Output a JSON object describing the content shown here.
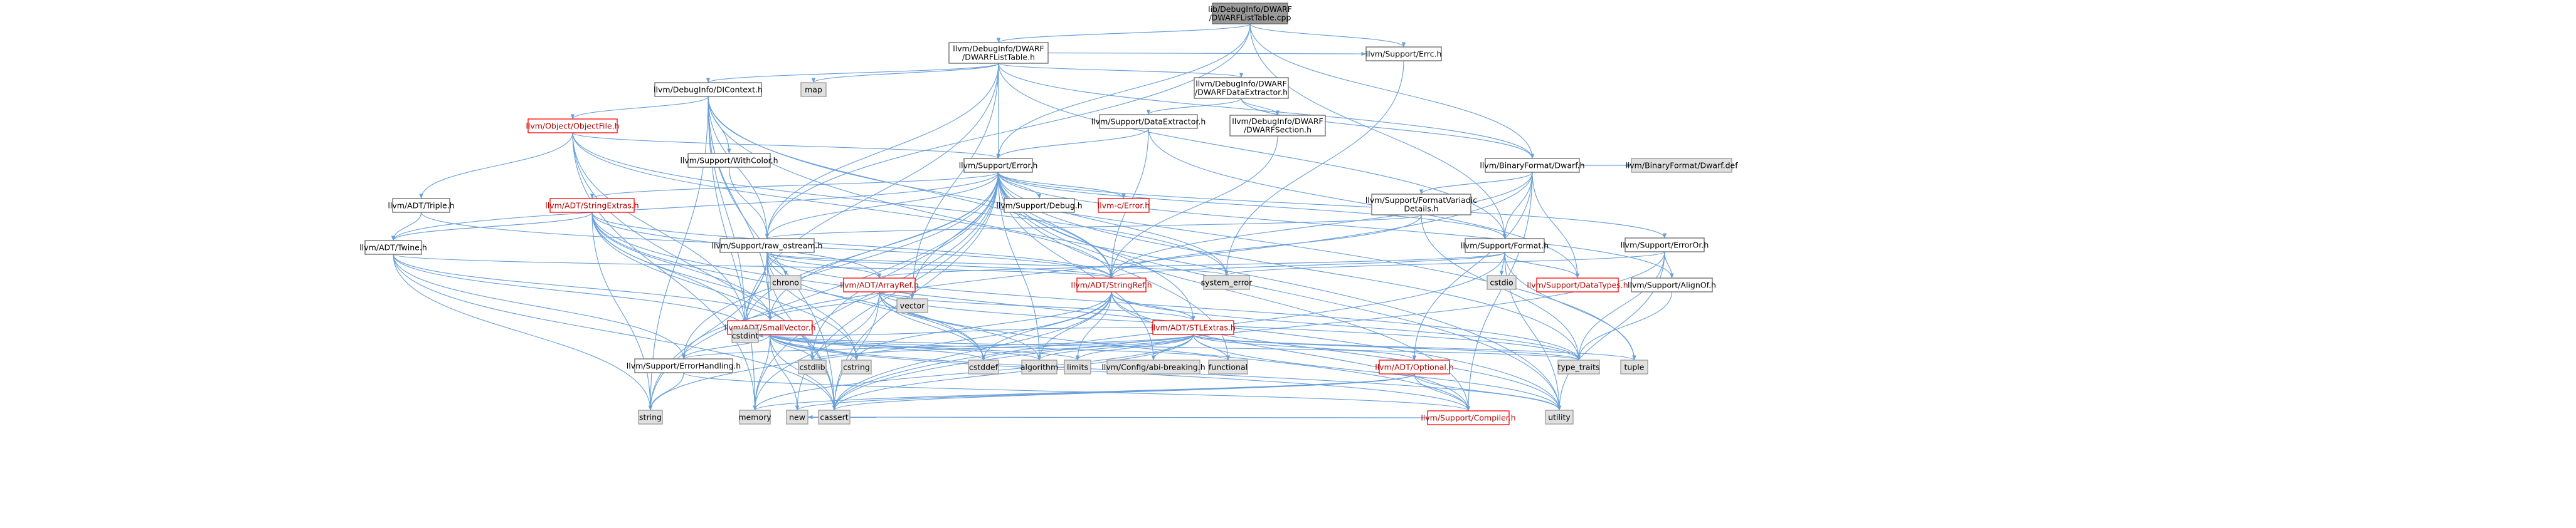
{
  "colors": {
    "root_fill": "#999999",
    "root_stroke": "#666666",
    "doc_fill": "#ffffff",
    "doc_stroke": "#666666",
    "doc_text": "#000000",
    "red_stroke": "#ff0000",
    "red_text": "#b00000",
    "ext_fill": "#e0e0e0",
    "ext_stroke": "#999999",
    "edge": "#6aa0d9"
  },
  "nodes": [
    {
      "id": "root",
      "lines": [
        "lib/DebugInfo/DWARF",
        "/DWARFListTable.cpp"
      ],
      "kind": "root"
    },
    {
      "id": "dwarflisttable",
      "lines": [
        "llvm/DebugInfo/DWARF",
        "/DWARFListTable.h"
      ],
      "kind": "doc"
    },
    {
      "id": "errc",
      "lines": [
        "llvm/Support/Errc.h"
      ],
      "kind": "doc"
    },
    {
      "id": "dicontext",
      "lines": [
        "llvm/DebugInfo/DIContext.h"
      ],
      "kind": "doc"
    },
    {
      "id": "map",
      "lines": [
        "map"
      ],
      "kind": "ext"
    },
    {
      "id": "dwarfdataext",
      "lines": [
        "llvm/DebugInfo/DWARF",
        "/DWARFDataExtractor.h"
      ],
      "kind": "doc"
    },
    {
      "id": "dataextractor",
      "lines": [
        "llvm/Support/DataExtractor.h"
      ],
      "kind": "doc"
    },
    {
      "id": "dwarfsection",
      "lines": [
        "llvm/DebugInfo/DWARF",
        "/DWARFSection.h"
      ],
      "kind": "doc"
    },
    {
      "id": "objectfile",
      "lines": [
        "llvm/Object/ObjectFile.h"
      ],
      "kind": "red"
    },
    {
      "id": "withcolor",
      "lines": [
        "llvm/Support/WithColor.h"
      ],
      "kind": "doc"
    },
    {
      "id": "error",
      "lines": [
        "llvm/Support/Error.h"
      ],
      "kind": "doc"
    },
    {
      "id": "dwarf",
      "lines": [
        "llvm/BinaryFormat/Dwarf.h"
      ],
      "kind": "doc"
    },
    {
      "id": "dwarfdef",
      "lines": [
        "llvm/BinaryFormat/Dwarf.def"
      ],
      "kind": "ext"
    },
    {
      "id": "triple",
      "lines": [
        "llvm/ADT/Triple.h"
      ],
      "kind": "doc"
    },
    {
      "id": "stringextras",
      "lines": [
        "llvm/ADT/StringExtras.h"
      ],
      "kind": "red"
    },
    {
      "id": "debug",
      "lines": [
        "llvm/Support/Debug.h"
      ],
      "kind": "doc"
    },
    {
      "id": "cerror",
      "lines": [
        "llvm-c/Error.h"
      ],
      "kind": "red"
    },
    {
      "id": "formatvariadic",
      "lines": [
        "llvm/Support/FormatVariadic",
        "Details.h"
      ],
      "kind": "doc"
    },
    {
      "id": "twine",
      "lines": [
        "llvm/ADT/Twine.h"
      ],
      "kind": "doc"
    },
    {
      "id": "rawostream",
      "lines": [
        "llvm/Support/raw_ostream.h"
      ],
      "kind": "doc"
    },
    {
      "id": "format",
      "lines": [
        "llvm/Support/Format.h"
      ],
      "kind": "doc"
    },
    {
      "id": "erroror",
      "lines": [
        "llvm/Support/ErrorOr.h"
      ],
      "kind": "doc"
    },
    {
      "id": "chrono",
      "lines": [
        "chrono"
      ],
      "kind": "ext"
    },
    {
      "id": "arrayref",
      "lines": [
        "llvm/ADT/ArrayRef.h"
      ],
      "kind": "red"
    },
    {
      "id": "stringref",
      "lines": [
        "llvm/ADT/StringRef.h"
      ],
      "kind": "red"
    },
    {
      "id": "system_error",
      "lines": [
        "system_error"
      ],
      "kind": "ext"
    },
    {
      "id": "cstdio",
      "lines": [
        "cstdio"
      ],
      "kind": "ext"
    },
    {
      "id": "datatypes",
      "lines": [
        "llvm/Support/DataTypes.h"
      ],
      "kind": "red"
    },
    {
      "id": "alignof",
      "lines": [
        "llvm/Support/AlignOf.h"
      ],
      "kind": "doc"
    },
    {
      "id": "vector",
      "lines": [
        "vector"
      ],
      "kind": "ext"
    },
    {
      "id": "smallvector",
      "lines": [
        "llvm/ADT/SmallVector.h"
      ],
      "kind": "red"
    },
    {
      "id": "stlextras",
      "lines": [
        "llvm/ADT/STLExtras.h"
      ],
      "kind": "red"
    },
    {
      "id": "cstdint",
      "lines": [
        "cstdint"
      ],
      "kind": "ext"
    },
    {
      "id": "errorhandling",
      "lines": [
        "llvm/Support/ErrorHandling.h"
      ],
      "kind": "doc"
    },
    {
      "id": "cstdlib",
      "lines": [
        "cstdlib"
      ],
      "kind": "ext"
    },
    {
      "id": "cstring",
      "lines": [
        "cstring"
      ],
      "kind": "ext"
    },
    {
      "id": "cstddef",
      "lines": [
        "cstddef"
      ],
      "kind": "ext"
    },
    {
      "id": "algorithm",
      "lines": [
        "algorithm"
      ],
      "kind": "ext"
    },
    {
      "id": "limits",
      "lines": [
        "limits"
      ],
      "kind": "ext"
    },
    {
      "id": "abibreaking",
      "lines": [
        "llvm/Config/abi-breaking.h"
      ],
      "kind": "ext"
    },
    {
      "id": "functional",
      "lines": [
        "functional"
      ],
      "kind": "ext"
    },
    {
      "id": "optional",
      "lines": [
        "llvm/ADT/Optional.h"
      ],
      "kind": "red"
    },
    {
      "id": "type_traits",
      "lines": [
        "type_traits"
      ],
      "kind": "ext"
    },
    {
      "id": "tuple",
      "lines": [
        "tuple"
      ],
      "kind": "ext"
    },
    {
      "id": "string",
      "lines": [
        "string"
      ],
      "kind": "ext"
    },
    {
      "id": "memory",
      "lines": [
        "memory"
      ],
      "kind": "ext"
    },
    {
      "id": "new",
      "lines": [
        "new"
      ],
      "kind": "ext"
    },
    {
      "id": "cassert",
      "lines": [
        "cassert"
      ],
      "kind": "ext"
    },
    {
      "id": "compiler",
      "lines": [
        "llvm/Support/Compiler.h"
      ],
      "kind": "red"
    },
    {
      "id": "utility",
      "lines": [
        "utility"
      ],
      "kind": "ext"
    }
  ],
  "edges": [
    [
      "root",
      "dwarflisttable"
    ],
    [
      "root",
      "errc"
    ],
    [
      "root",
      "error"
    ],
    [
      "root",
      "rawostream"
    ],
    [
      "root",
      "dwarf"
    ],
    [
      "root",
      "format"
    ],
    [
      "dwarflisttable",
      "dicontext"
    ],
    [
      "dwarflisttable",
      "map"
    ],
    [
      "dwarflisttable",
      "dwarfdataext"
    ],
    [
      "dwarflisttable",
      "errc"
    ],
    [
      "dwarflisttable",
      "error"
    ],
    [
      "dwarflisttable",
      "rawostream"
    ],
    [
      "dwarflisttable",
      "vector"
    ],
    [
      "dwarflisttable",
      "cstdint"
    ],
    [
      "dwarflisttable",
      "dwarf"
    ],
    [
      "dwarflisttable",
      "format"
    ],
    [
      "errc",
      "system_error"
    ],
    [
      "dicontext",
      "objectfile"
    ],
    [
      "dicontext",
      "withcolor"
    ],
    [
      "dicontext",
      "rawostream"
    ],
    [
      "dicontext",
      "smallvector"
    ],
    [
      "dicontext",
      "cstdint"
    ],
    [
      "dicontext",
      "memory"
    ],
    [
      "dicontext",
      "string"
    ],
    [
      "dicontext",
      "tuple"
    ],
    [
      "dicontext",
      "utility"
    ],
    [
      "dicontext",
      "stringref"
    ],
    [
      "dicontext",
      "cassert"
    ],
    [
      "dwarfdataext",
      "dataextractor"
    ],
    [
      "dwarfdataext",
      "dwarfsection"
    ],
    [
      "dwarfdataext",
      "dwarf"
    ],
    [
      "dataextractor",
      "error"
    ],
    [
      "dataextractor",
      "stringref"
    ],
    [
      "dataextractor",
      "datatypes"
    ],
    [
      "dwarfsection",
      "stringref"
    ],
    [
      "objectfile",
      "triple"
    ],
    [
      "objectfile",
      "error"
    ],
    [
      "objectfile",
      "stringref"
    ],
    [
      "objectfile",
      "system_error"
    ],
    [
      "objectfile",
      "cassert"
    ],
    [
      "objectfile",
      "cstdint"
    ],
    [
      "objectfile",
      "memory"
    ],
    [
      "withcolor",
      "rawostream"
    ],
    [
      "error",
      "stringextras"
    ],
    [
      "error",
      "debug"
    ],
    [
      "error",
      "cerror"
    ],
    [
      "error",
      "twine"
    ],
    [
      "error",
      "rawostream"
    ],
    [
      "error",
      "format"
    ],
    [
      "error",
      "erroror"
    ],
    [
      "error",
      "stringref"
    ],
    [
      "error",
      "smallvector"
    ],
    [
      "error",
      "stlextras"
    ],
    [
      "error",
      "errorhandling"
    ],
    [
      "error",
      "abibreaking"
    ],
    [
      "error",
      "compiler"
    ],
    [
      "error",
      "alignof"
    ],
    [
      "error",
      "system_error"
    ],
    [
      "error",
      "algorithm"
    ],
    [
      "error",
      "cassert"
    ],
    [
      "error",
      "cstdint"
    ],
    [
      "error",
      "cstdlib"
    ],
    [
      "error",
      "functional"
    ],
    [
      "error",
      "memory"
    ],
    [
      "error",
      "new"
    ],
    [
      "error",
      "string"
    ],
    [
      "error",
      "type_traits"
    ],
    [
      "error",
      "utility"
    ],
    [
      "error",
      "vector"
    ],
    [
      "dwarf",
      "dwarfdef"
    ],
    [
      "dwarf",
      "formatvariadic"
    ],
    [
      "dwarf",
      "format"
    ],
    [
      "dwarf",
      "datatypes"
    ],
    [
      "dwarf",
      "errorhandling"
    ],
    [
      "dwarf",
      "optional"
    ],
    [
      "dwarf",
      "stringref"
    ],
    [
      "dwarf",
      "compiler"
    ],
    [
      "triple",
      "twine"
    ],
    [
      "triple",
      "stringref"
    ],
    [
      "stringextras",
      "twine"
    ],
    [
      "stringextras",
      "arrayref"
    ],
    [
      "stringextras",
      "smallvector"
    ],
    [
      "stringextras",
      "stringref"
    ],
    [
      "stringextras",
      "cstddef"
    ],
    [
      "stringextras",
      "cstdint"
    ],
    [
      "stringextras",
      "cstdlib"
    ],
    [
      "stringextras",
      "cstring"
    ],
    [
      "stringextras",
      "iterator"
    ],
    [
      "stringextras",
      "string"
    ],
    [
      "stringextras",
      "utility"
    ],
    [
      "formatvariadic",
      "rawostream"
    ],
    [
      "formatvariadic",
      "stringref"
    ],
    [
      "formatvariadic",
      "type_traits"
    ],
    [
      "twine",
      "smallvector"
    ],
    [
      "twine",
      "stringref"
    ],
    [
      "twine",
      "errorhandling"
    ],
    [
      "twine",
      "cassert"
    ],
    [
      "twine",
      "cstdint"
    ],
    [
      "twine",
      "string"
    ],
    [
      "rawostream",
      "arrayref"
    ],
    [
      "rawostream",
      "stringref"
    ],
    [
      "rawostream",
      "smallvector"
    ],
    [
      "rawostream",
      "chrono"
    ],
    [
      "rawostream",
      "cassert"
    ],
    [
      "rawostream",
      "cstddef"
    ],
    [
      "rawostream",
      "cstdint"
    ],
    [
      "rawostream",
      "cstring"
    ],
    [
      "rawostream",
      "string"
    ],
    [
      "rawostream",
      "system_error"
    ],
    [
      "rawostream",
      "type_traits"
    ],
    [
      "format",
      "arrayref"
    ],
    [
      "format",
      "stringref"
    ],
    [
      "format",
      "cassert"
    ],
    [
      "format",
      "cstdio"
    ],
    [
      "format",
      "tuple"
    ],
    [
      "format",
      "utility"
    ],
    [
      "format",
      "datatypes"
    ],
    [
      "erroror",
      "alignof"
    ],
    [
      "erroror",
      "cassert"
    ],
    [
      "erroror",
      "system_error"
    ],
    [
      "erroror",
      "type_traits"
    ],
    [
      "erroror",
      "utility"
    ],
    [
      "arrayref",
      "smallvector"
    ],
    [
      "arrayref",
      "stlextras"
    ],
    [
      "arrayref",
      "compiler"
    ],
    [
      "arrayref",
      "algorithm"
    ],
    [
      "arrayref",
      "array"
    ],
    [
      "arrayref",
      "cassert"
    ],
    [
      "arrayref",
      "cstddef"
    ],
    [
      "arrayref",
      "initializer_list"
    ],
    [
      "arrayref",
      "iterator"
    ],
    [
      "arrayref",
      "memory"
    ],
    [
      "arrayref",
      "type_traits"
    ],
    [
      "arrayref",
      "vector"
    ],
    [
      "stringref",
      "stlextras"
    ],
    [
      "stringref",
      "compiler"
    ],
    [
      "stringref",
      "algorithm"
    ],
    [
      "stringref",
      "cassert"
    ],
    [
      "stringref",
      "cstddef"
    ],
    [
      "stringref",
      "cstring"
    ],
    [
      "stringref",
      "limits"
    ],
    [
      "stringref",
      "string"
    ],
    [
      "stringref",
      "type_traits"
    ],
    [
      "stringref",
      "utility"
    ],
    [
      "alignof",
      "type_traits"
    ],
    [
      "smallvector",
      "compiler"
    ],
    [
      "smallvector",
      "errorhandling"
    ],
    [
      "smallvector",
      "algorithm"
    ],
    [
      "smallvector",
      "cassert"
    ],
    [
      "smallvector",
      "cstddef"
    ],
    [
      "smallvector",
      "cstdlib"
    ],
    [
      "smallvector",
      "cstring"
    ],
    [
      "smallvector",
      "functional"
    ],
    [
      "smallvector",
      "limits"
    ],
    [
      "smallvector",
      "memory"
    ],
    [
      "smallvector",
      "new"
    ],
    [
      "smallvector",
      "type_traits"
    ],
    [
      "smallvector",
      "utility"
    ],
    [
      "stlextras",
      "optional"
    ],
    [
      "stlextras",
      "abibreaking"
    ],
    [
      "stlextras",
      "errorhandling"
    ],
    [
      "stlextras",
      "algorithm"
    ],
    [
      "stlextras",
      "cassert"
    ],
    [
      "stlextras",
      "cstddef"
    ],
    [
      "stlextras",
      "cstdint"
    ],
    [
      "stlextras",
      "cstdlib"
    ],
    [
      "stlextras",
      "functional"
    ],
    [
      "stlextras",
      "limits"
    ],
    [
      "stlextras",
      "memory"
    ],
    [
      "stlextras",
      "tuple"
    ],
    [
      "stlextras",
      "type_traits"
    ],
    [
      "stlextras",
      "utility"
    ],
    [
      "errorhandling",
      "compiler"
    ],
    [
      "errorhandling",
      "string"
    ],
    [
      "optional",
      "compiler"
    ],
    [
      "optional",
      "cassert"
    ],
    [
      "optional",
      "new"
    ],
    [
      "optional",
      "utility"
    ],
    [
      "optional",
      "memory"
    ],
    [
      "compiler",
      "new"
    ]
  ]
}
